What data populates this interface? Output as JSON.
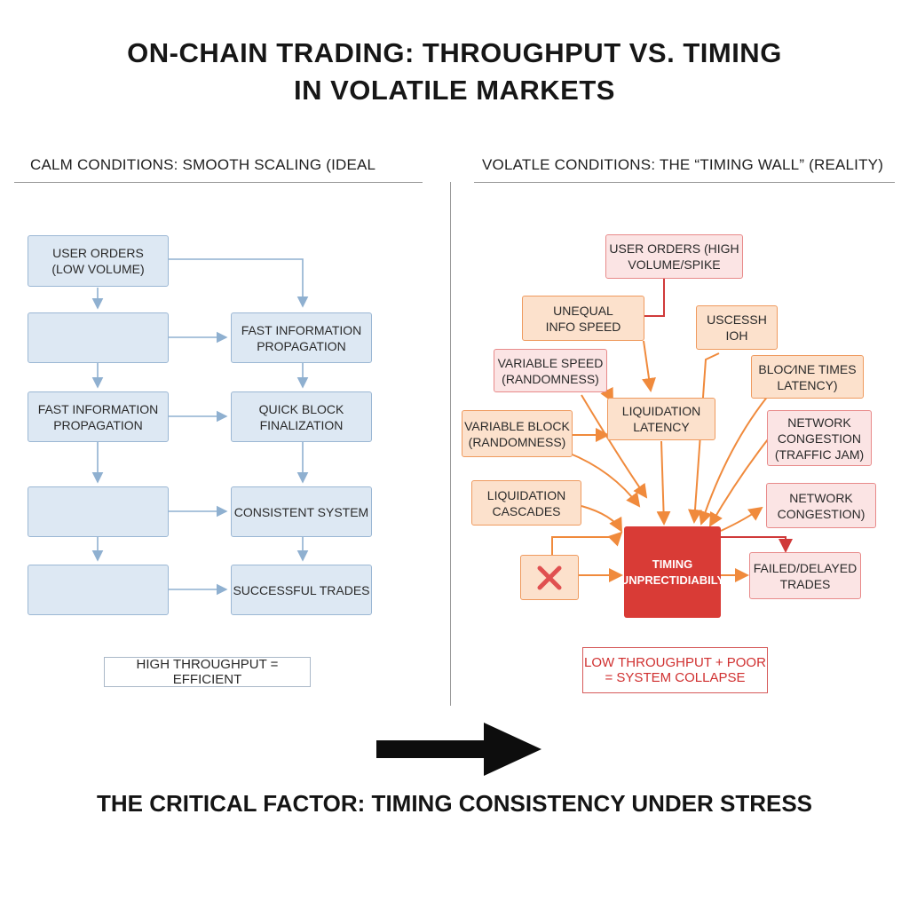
{
  "title": {
    "line1": "ON-CHAIN TRADING: THROUGHPUT VS. TIMING",
    "line2": "IN VOLATILE MARKETS"
  },
  "left": {
    "heading": "CALM CONDITIONS: SMOOTH SCALING (IDEAL",
    "boxes": {
      "user_orders": "USER ORDERS\n(LOW VOLUME)",
      "fast_info_right": "FAST INFORMATION\nPROPAGATION",
      "fast_info_left": "FAST INFORMATION\nPROPAGATION",
      "quick_block": "QUICK BLOCK\nFINALIZATION",
      "consistent": "CONSISTENT SYSTEM",
      "successful": "SUCCESSFUL TRADES"
    },
    "callout": "HIGH THROUGHPUT = EFFICIENT"
  },
  "right": {
    "heading": "VOLATLE CONDITIONS: THE “TIMING WALL” (REALITY)",
    "boxes": {
      "user_orders_high": "USER ORDERS (HIGH\nVOLUME/SPIKE",
      "unequal_info": "UNEQUAL\nINFO SPEED",
      "uscessh": "USCESSH\nIOH",
      "variable_speed": "VARIABLE SPEED\n(RANDOMNESS)",
      "block_times": "BLOC⁄INE TIMES\nLATENCY)",
      "liquidation_latency": "LIQUIDATION\nLATENCY",
      "variable_block": "VARIABLE BLOCK\n(RANDOMNESS)",
      "network_congestion_1": "NETWORK\nCONGESTION\n(TRAFFIC JAM)",
      "liquidation_cascades": "LIQUIDATION\nCASCADES",
      "network_congestion_2": "NETWORK\nCONGESTION)",
      "timing_core": "TIMING\nUNPRECTIDIABILY",
      "failed_trades": "FAILED/DELAYED\nTRADES"
    },
    "callout": "LOW THROUGHPUT + POOR\n= SYSTEM COLLAPSE"
  },
  "footer": "THE CRITICAL FACTOR: TIMING CONSISTENCY UNDER STRESS",
  "colors": {
    "blue_fill": "#dde8f3",
    "blue_border": "#9bb7d4",
    "blue_arrow": "#8fb0d0",
    "orange_fill": "#fce1cc",
    "orange_border": "#ef9a5e",
    "orange_arrow": "#f08a3c",
    "red_core": "#d93b36",
    "red_text": "#d03030"
  },
  "icons": [
    "x-mark-icon",
    "arrow-right-icon"
  ]
}
